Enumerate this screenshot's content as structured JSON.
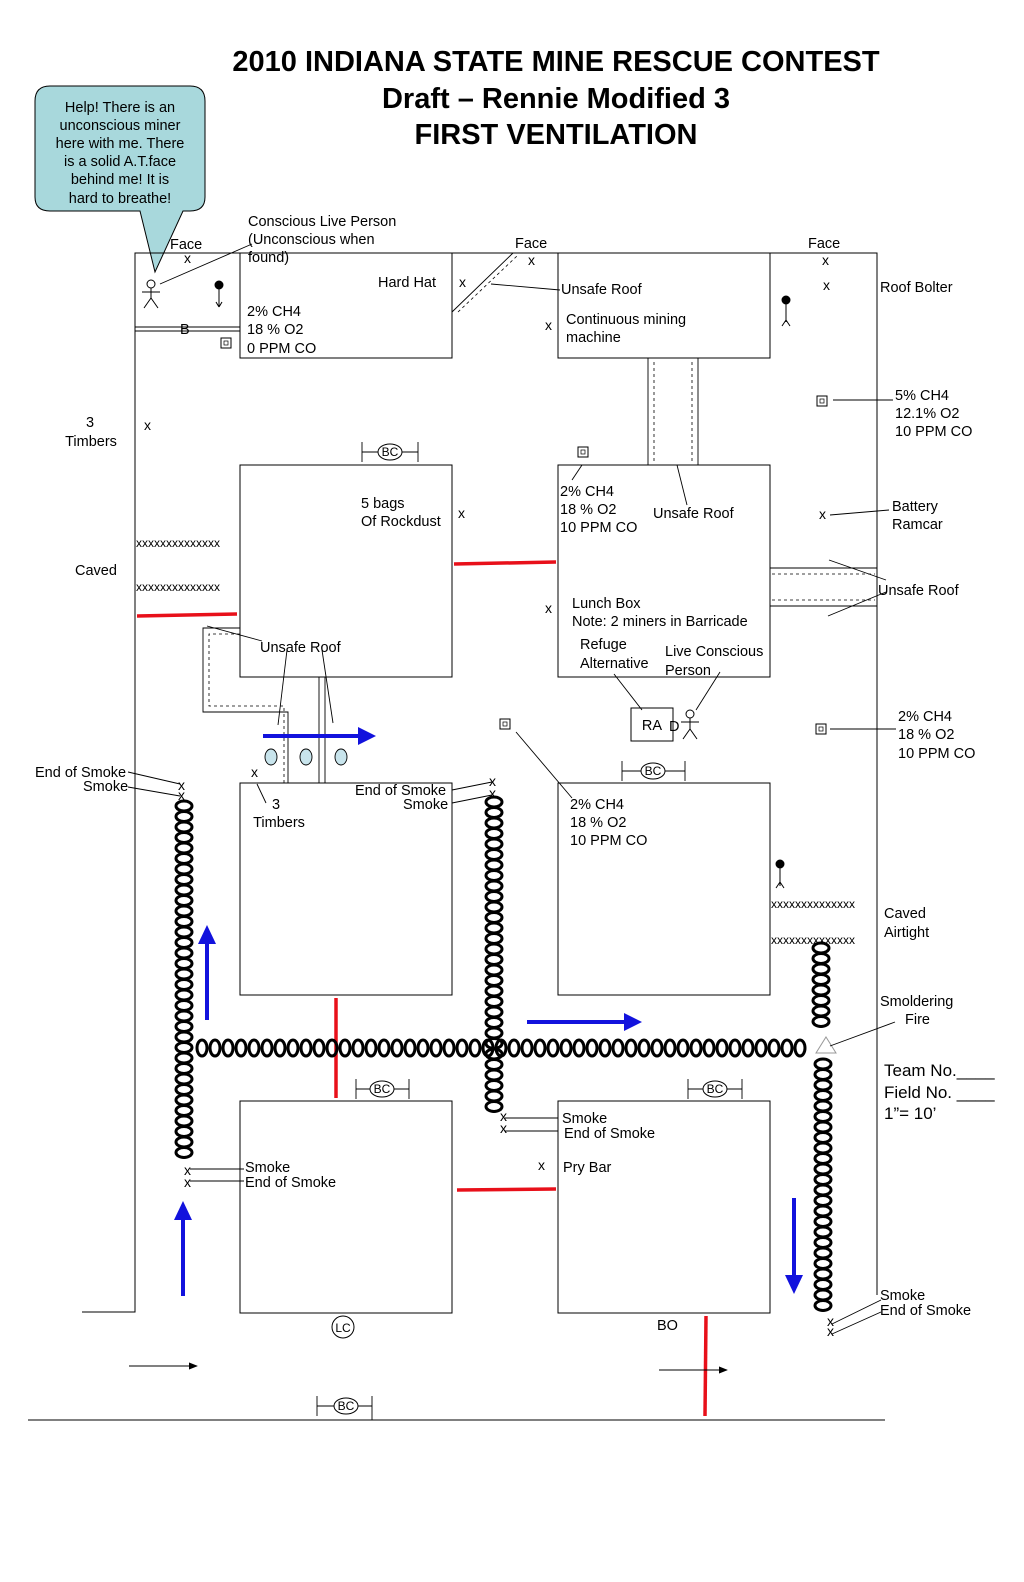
{
  "title": {
    "line1": "2010 INDIANA STATE MINE RESCUE CONTEST",
    "line2": "Draft – Rennie Modified 3",
    "line3": "FIRST VENTILATION"
  },
  "callout": {
    "lines": [
      "Help! There is an",
      "unconscious miner",
      "here with me. There",
      "is a solid A.T.face",
      "behind me! It is",
      "hard to breathe!"
    ],
    "fill": "#a8d8dc"
  },
  "faces": {
    "left": "Face",
    "middle": "Face",
    "right": "Face"
  },
  "labels": {
    "conscious_person": [
      "Conscious Live Person",
      "(Unconscious when",
      "found)"
    ],
    "hard_hat": "Hard Hat",
    "gas_top_left": [
      "2% CH4",
      "18 % O2",
      "0 PPM CO"
    ],
    "b_marker": "B",
    "unsafe_roof": "Unsafe Roof",
    "continuous_miner": [
      "Continuous mining",
      "machine"
    ],
    "roof_bolter": "Roof Bolter",
    "gas_right_upper": [
      "5% CH4",
      "12.1% O2",
      "10 PPM CO"
    ],
    "timbers_left": [
      "3",
      "Timbers"
    ],
    "rockdust": [
      "5 bags",
      "Of Rockdust"
    ],
    "gas_center": [
      "2% CH4",
      "18 % O2",
      "10 PPM CO"
    ],
    "battery_ramcar": [
      "Battery",
      "Ramcar"
    ],
    "caved": "Caved",
    "xrow": "xxxxxxxxxxxxxx",
    "lunch_box": "Lunch Box",
    "barricade_note": "Note:  2 miners in Barricade",
    "refuge": [
      "Refuge",
      "Alternative"
    ],
    "live_conscious": [
      "Live Conscious",
      "Person"
    ],
    "ra": "RA",
    "d": "D",
    "gas_right_lower": [
      "2% CH4",
      "18 % O2",
      "10 PPM CO"
    ],
    "end_of_smoke": "End of Smoke",
    "smoke": "Smoke",
    "timbers_mid": [
      "3",
      "Timbers"
    ],
    "gas_center_lower": [
      "2% CH4",
      "18 % O2",
      "10 PPM CO"
    ],
    "caved_airtight": [
      "Caved",
      "Airtight"
    ],
    "smoldering_fire": [
      "Smoldering",
      "Fire"
    ],
    "team_no": "Team No.____",
    "field_no": "Field No. ____",
    "scale": "1”= 10’",
    "pry_bar": "Pry Bar",
    "bo": "BO",
    "lc": "LC",
    "bc": "BC",
    "x": "x"
  },
  "colors": {
    "stopping": "#e8101a",
    "airflow": "#1212dd",
    "barrel": "#c8e4ec"
  }
}
